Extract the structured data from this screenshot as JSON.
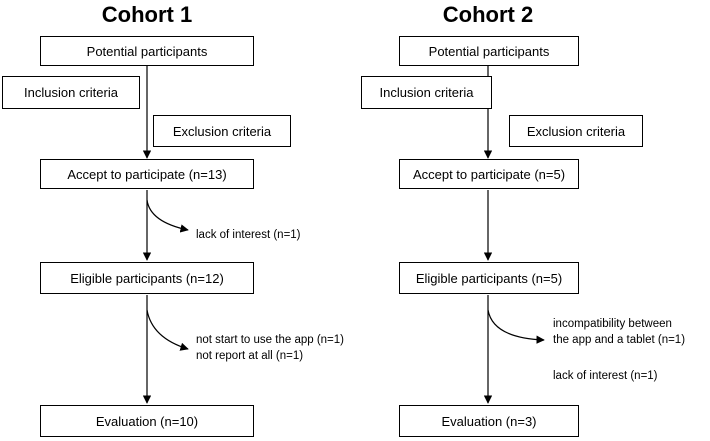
{
  "cohort1": {
    "title": "Cohort 1",
    "potential": "Potential participants",
    "inclusion": "Inclusion criteria",
    "exclusion": "Exclusion criteria",
    "accept": "Accept to participate (n=13)",
    "accept_dropout": "lack of interest (n=1)",
    "eligible": "Eligible participants (n=12)",
    "eligible_dropout": [
      "not start to use the app (n=1)",
      "not report at all (n=1)"
    ],
    "evaluation": "Evaluation (n=10)"
  },
  "cohort2": {
    "title": "Cohort 2",
    "potential": "Potential participants",
    "inclusion": "Inclusion criteria",
    "exclusion": "Exclusion criteria",
    "accept": "Accept to participate (n=5)",
    "eligible": "Eligible participants (n=5)",
    "eligible_dropout": [
      "incompatibility between",
      "the app and a tablet (n=1)",
      "lack of interest (n=1)"
    ],
    "evaluation": "Evaluation (n=3)"
  }
}
